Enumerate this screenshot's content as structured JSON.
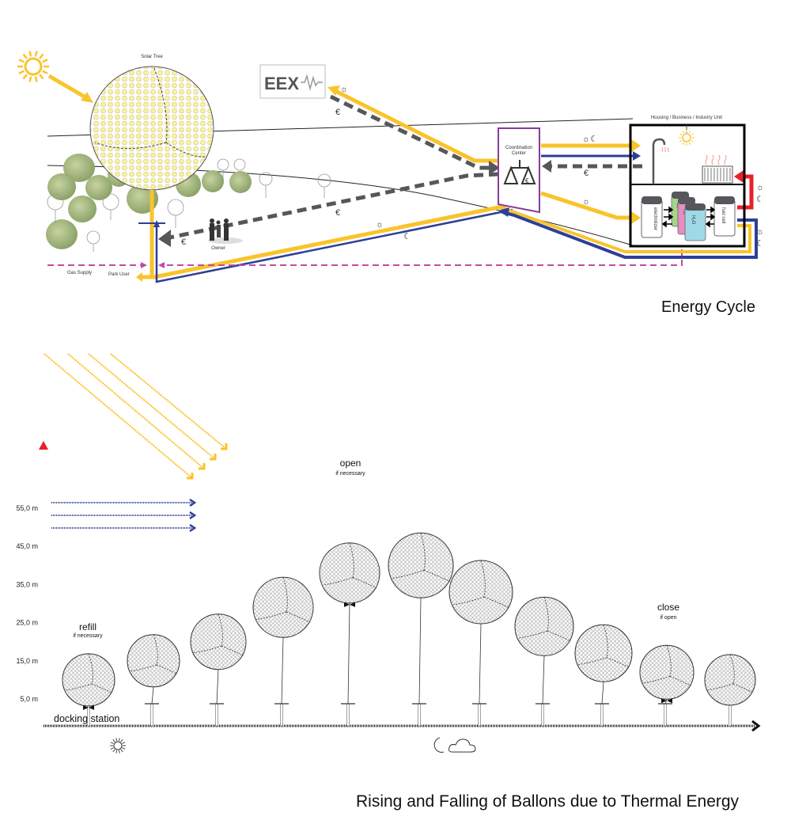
{
  "colors": {
    "solar": "#f9c42b",
    "night": "#2d3f97",
    "money": "#55575a",
    "gas": "#c04aa8",
    "heat": "#e8202a",
    "coordination": "#8a3a9a",
    "o2": "#a6d48a",
    "h2": "#e58ec0",
    "h2o": "#9fd8e6",
    "sphere_fill": "#fbf29a"
  },
  "energy_cycle": {
    "title": "Energy Cycle",
    "labels": {
      "solar_tree": "Solar Tree",
      "eex": "EEX",
      "coordination_center_line1": "Coordination",
      "coordination_center_line2": "Center",
      "housing_unit": "Housing / Business / Industry Unit",
      "owner": "Owner",
      "gas_supply": "Gas Supply",
      "park_user": "Park User",
      "electrolyzer": "electrolizer",
      "o2": "O₂",
      "h2": "H₂",
      "h2o": "H₂O",
      "fuel_cell": "fuel cell"
    },
    "symbols": {
      "euro": "€",
      "sun": "☼",
      "moon": "☾",
      "sun_moon": "☼☾"
    }
  },
  "balloon_chart": {
    "title": "Rising and Falling of Ballons due to Thermal Energy",
    "y_axis_unit": "m",
    "y_ticks": [
      "5,0 m",
      "15,0 m",
      "25,0 m",
      "35,0 m",
      "45,0 m",
      "55,0 m"
    ],
    "annotations": {
      "refill": "refill",
      "refill_sub": "if necessary",
      "open": "open",
      "open_sub": "if necessary",
      "close": "close",
      "close_sub": "if open",
      "docking": "docking station"
    },
    "time_icons": [
      "sun-icon",
      "moon-icon",
      "cloud-icon"
    ],
    "balloon_heights_m": [
      10,
      15,
      20,
      29,
      38,
      40,
      33,
      24,
      17,
      12,
      10
    ]
  }
}
